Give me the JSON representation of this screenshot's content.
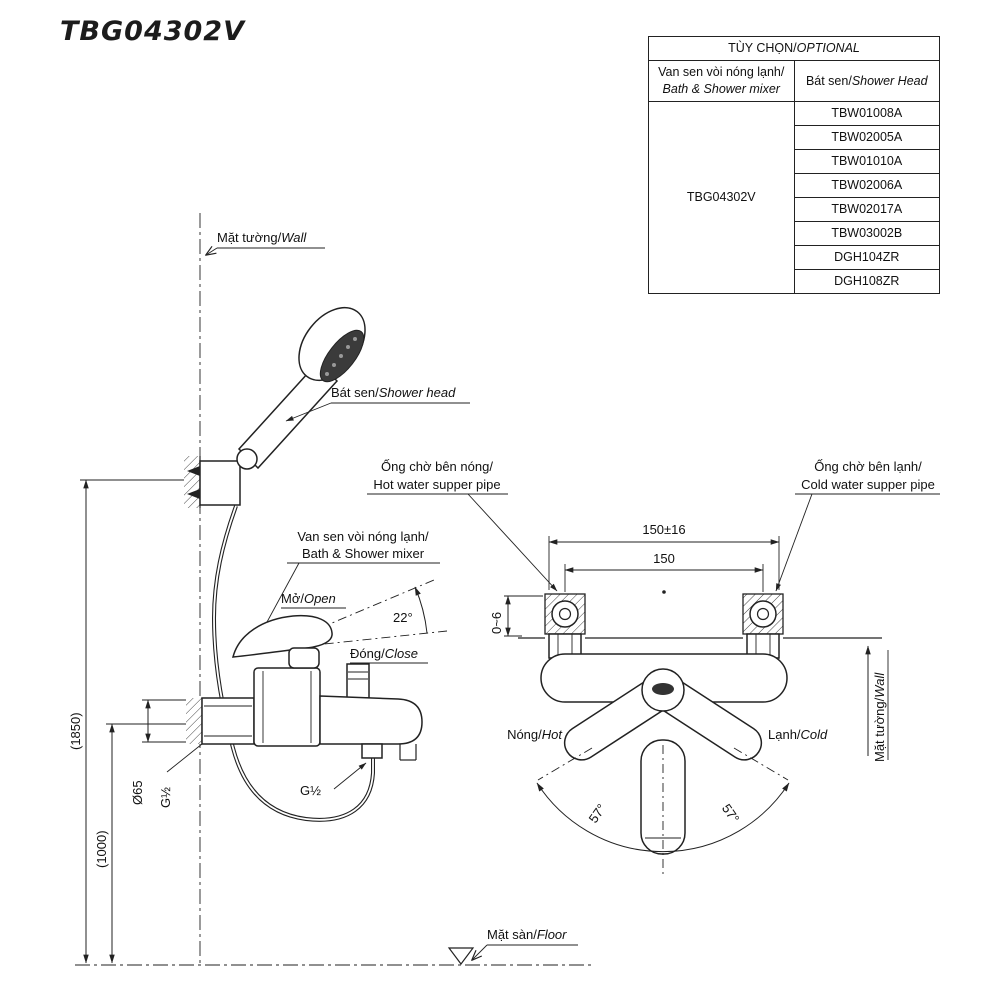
{
  "title": "TBG04302V",
  "colors": {
    "line": "#1a1a1a",
    "background": "#ffffff"
  },
  "table": {
    "header_vi": "TÙY CHỌN/",
    "header_en": "OPTIONAL",
    "col_mixer_vi": "Van sen vòi nóng lạnh/",
    "col_mixer_en": "Bath & Shower mixer",
    "col_shower_vi": "Bát sen/",
    "col_shower_en": "Shower Head",
    "mixer_model": "TBG04302V",
    "shower_heads": [
      "TBW01008A",
      "TBW02005A",
      "TBW01010A",
      "TBW02006A",
      "TBW02017A",
      "TBW03002B",
      "DGH104ZR",
      "DGH108ZR"
    ]
  },
  "left_view": {
    "wall_label_vi": "Mặt tường/",
    "wall_label_en": "Wall",
    "shower_head_label_vi": "Bát sen/",
    "shower_head_label_en": "Shower head",
    "mixer_label_vi": "Van sen vòi nóng lạnh/",
    "mixer_label_en": "Bath & Shower mixer",
    "open_label_vi": "Mở/",
    "open_label_en": "Open",
    "open_angle": "22°",
    "close_label_vi": "Đóng/",
    "close_label_en": "Close",
    "dim_total_height": "(1850)",
    "dim_spout_height": "(1000)",
    "dim_diameter": "Ø65",
    "dim_thread_wall": "G½",
    "dim_thread_spout": "G½",
    "floor_label_vi": "Mặt sàn/",
    "floor_label_en": "Floor"
  },
  "front_view": {
    "hot_pipe_label_vi": "Ống chờ bên nóng/",
    "hot_pipe_label_en": "Hot water supper pipe",
    "cold_pipe_label_vi": "Ống chờ bên lạnh/",
    "cold_pipe_label_en": "Cold water supper pipe",
    "dim_width_tolerance": "150±16",
    "dim_width": "150",
    "dim_wall_gap": "0~6",
    "hot_label_vi": "Nóng/",
    "hot_label_en": "Hot",
    "cold_label_vi": "Lạnh/",
    "cold_label_en": "Cold",
    "angle_left": "57°",
    "angle_right": "57°",
    "wall_label_vi": "Mặt tường/",
    "wall_label_en": "Wall"
  }
}
